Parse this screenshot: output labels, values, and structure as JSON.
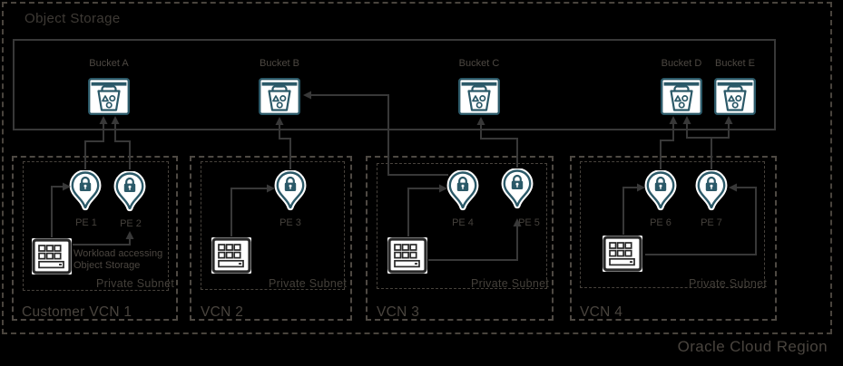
{
  "region": {
    "label": "Oracle Cloud Region"
  },
  "object_storage": {
    "title": "Object Storage",
    "buckets": [
      {
        "label": "Bucket A"
      },
      {
        "label": "Bucket B"
      },
      {
        "label": "Bucket C"
      },
      {
        "label": "Bucket D"
      },
      {
        "label": "Bucket E"
      }
    ]
  },
  "vcns": [
    {
      "label": "Customer VCN 1",
      "subnet": "Private Subnet",
      "pes": [
        {
          "label": "PE 1"
        },
        {
          "label": "PE 2"
        }
      ],
      "note_lines": [
        "Workload accessing",
        "Object Storage"
      ]
    },
    {
      "label": "VCN 2",
      "subnet": "Private Subnet",
      "pes": [
        {
          "label": "PE 3"
        }
      ]
    },
    {
      "label": "VCN 3",
      "subnet": "Private Subnet",
      "pes": [
        {
          "label": "PE 4"
        },
        {
          "label": "PE 5"
        }
      ]
    },
    {
      "label": "VCN 4",
      "subnet": "Private Subnet",
      "pes": [
        {
          "label": "PE 6"
        },
        {
          "label": "PE 7"
        }
      ]
    }
  ],
  "icons": {
    "bucket": "bucket-window-icon",
    "private_endpoint": "map-pin-lock-icon",
    "workload": "keyboard-workload-icon"
  },
  "colors": {
    "background": "#000000",
    "icon_teal": "#2b5968",
    "icon_dark": "#282828",
    "icon_fill": "#ffffff",
    "connector": "#383838",
    "label_gray": "#49443e"
  }
}
